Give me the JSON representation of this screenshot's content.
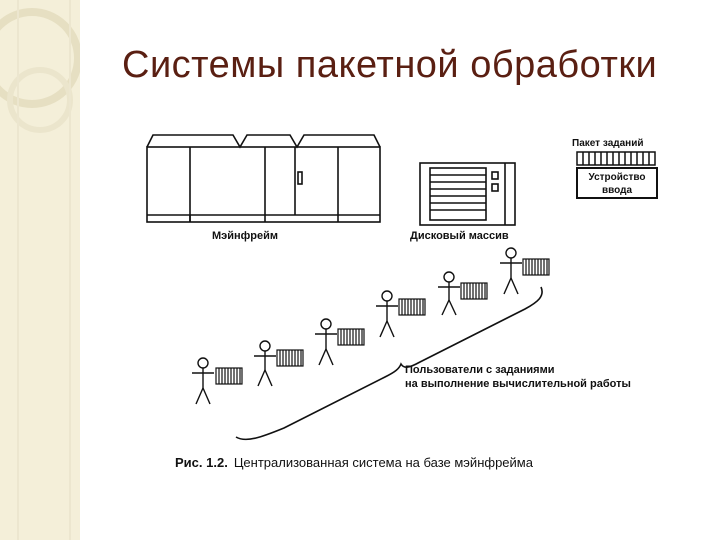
{
  "slide": {
    "title": "Системы пакетной обработки"
  },
  "figure": {
    "mainframe_label": "Мэйнфрейм",
    "disk_array_label": "Дисковый массив",
    "job_batch_label": "Пакет заданий",
    "input_device_label_line1": "Устройство",
    "input_device_label_line2": "ввода",
    "users_label_line1": "Пользователи с заданиями",
    "users_label_line2": "на выполнение вычислительной работы",
    "caption_prefix": "Рис. 1.2.",
    "caption_text": "Централизованная система на базе мэйнфрейма"
  },
  "colors": {
    "title": "#5a1f12",
    "side_band": "#f4efd9",
    "band_circles": "#e6dfc2",
    "line": "#111111"
  }
}
